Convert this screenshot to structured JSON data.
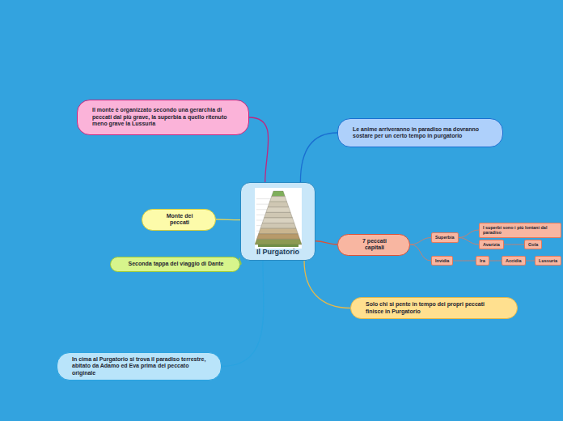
{
  "diagram": {
    "nodes": [
      {
        "text": [
          "Il Purgatorio"
        ]
      },
      {
        "text": [
          "Il monte è organizzato secondo una gerarchia di peccati dal più grave, la superbia a quello ritenuto meno grave la Lussuria"
        ]
      },
      {
        "text": [
          "Le anime arriveranno in paradiso ma dovranno sostare per un certo tempo in purgatorio"
        ]
      },
      {
        "text": [
          "Monte dei peccati"
        ]
      },
      {
        "text": [
          "7 peccati capitali"
        ]
      },
      {
        "text": [
          "Seconda tappa del viaggio di Dante"
        ]
      },
      {
        "text": [
          "Solo chi si pente in tempo dei propri peccati finisce in Purgatorio"
        ]
      },
      {
        "text": [
          "In cima al Purgatorio si trova il paradiso terrestre, abitato da Adamo ed Eva prima del peccato originale"
        ]
      },
      {
        "text": [
          "Superbia"
        ]
      },
      {
        "text": [
          "I superbi sono i più lontani dal paradiso"
        ]
      },
      {
        "text": [
          "Avarizia"
        ]
      },
      {
        "text": [
          "Gola"
        ]
      },
      {
        "text": [
          "Invidia"
        ]
      },
      {
        "text": [
          "Ira"
        ]
      },
      {
        "text": [
          "Accidia"
        ]
      },
      {
        "text": [
          "Lussuria"
        ]
      }
    ],
    "edges": [
      {
        "from": 0,
        "to": 1,
        "arrow": "none"
      },
      {
        "from": 0,
        "to": 2,
        "arrow": "none"
      },
      {
        "from": 0,
        "to": 3,
        "arrow": "none"
      },
      {
        "from": 0,
        "to": 4,
        "arrow": "none"
      },
      {
        "from": 0,
        "to": 5,
        "arrow": "none"
      },
      {
        "from": 0,
        "to": 6,
        "arrow": "none"
      },
      {
        "from": 0,
        "to": 7,
        "arrow": "none"
      },
      {
        "from": 4,
        "to": 8,
        "arrow": "none"
      },
      {
        "from": 4,
        "to": 12,
        "arrow": "none"
      },
      {
        "from": 8,
        "to": 9,
        "arrow": "none"
      },
      {
        "from": 8,
        "to": 10,
        "arrow": "none"
      },
      {
        "from": 10,
        "to": 11,
        "arrow": "none"
      },
      {
        "from": 12,
        "to": 13,
        "arrow": "none"
      },
      {
        "from": 13,
        "to": 14,
        "arrow": "none"
      },
      {
        "from": 14,
        "to": 15,
        "arrow": "none"
      }
    ]
  }
}
